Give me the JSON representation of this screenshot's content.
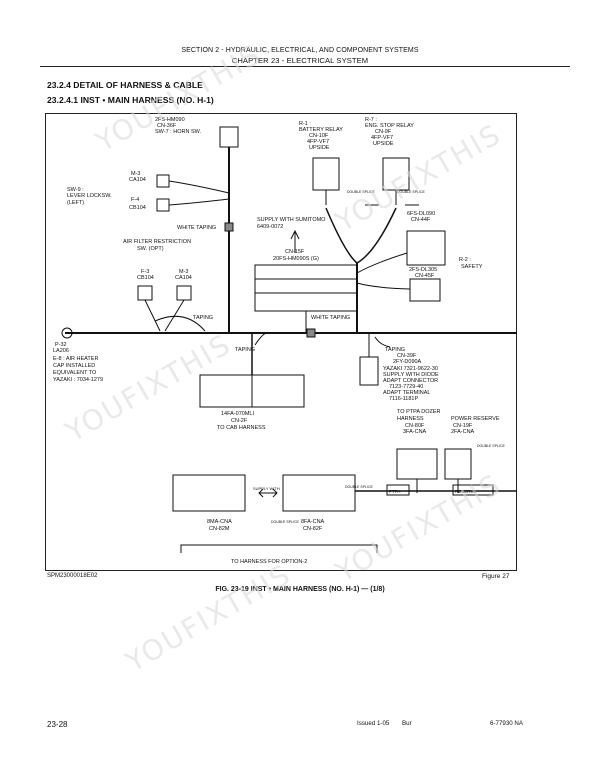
{
  "header": {
    "section": "SECTION 2 - HYDRAULIC, ELECTRICAL, AND COMPONENT SYSTEMS",
    "chapter": "CHAPTER 23 - ELECTRICAL SYSTEM"
  },
  "headings": {
    "h1": "23.2.4 DETAIL OF HARNESS & CABLE",
    "h2": "23.2.4.1 INST • MAIN HARNESS (NO. H-1)"
  },
  "labels": {
    "hm090": "2FS-HM090",
    "cn36f": "CN-36F",
    "sw7": "SW-7 : HORN SW.",
    "r1": "R-1 :",
    "batt_relay": "BATTERY RELAY",
    "cn10f": "CN-10F",
    "vf7_a": "4FP-VF7",
    "upside_a": "UPSIDE",
    "r7": "R-7 :",
    "eng_stop": "ENG. STOP RELAY",
    "cn9f": "CN-9F",
    "vf7_b": "4FP-VF7",
    "upside_b": "UPSIDE",
    "m3_top": "M-3",
    "ca104_top": "CA104",
    "sw9": "SW-9 :",
    "lever_lock": "LEVER LOCKSW.",
    "left": "(LEFT)",
    "f4": "F-4",
    "cb104_top": "CB104",
    "white_taping_1": "WHITE TAPING",
    "air_filter": "AIR FILTER RESTRICTION",
    "sw_opt": "SW. (OPT)",
    "f3": "F-3",
    "cb104": "CB104",
    "m3": "M-3",
    "ca104": "CA104",
    "supply_sumitomo": "SUPPLY WITH SUMITOMO",
    "sumitomo_no": "6409-0072",
    "cn15f": "CN-15F",
    "hm090s": "20FS-HM090S (G)",
    "double_splice": "DOUBLE SPLICE",
    "dl090": "6FS-DL090",
    "cn44f": "CN-44F",
    "r2": "R-2 :",
    "safety": "SAFETY",
    "dl305": "2FS-DL305",
    "cn45f": "CN-45F",
    "taping_1": "TAPING",
    "white_taping_2": "WHITE TAPING",
    "p32": "P-32",
    "la206": "LA206",
    "e8": "E-8 : AIR HEATER",
    "cap_installed": "CAP INSTALLED",
    "equivalent": "EQUIVALENT TO",
    "yazaki_no": "YAZAKI : 7034-1279",
    "taping_2": "TAPING",
    "taping_3": "TAPING",
    "cn39f": "CN-39F",
    "fy090a": "2FY-D090A",
    "yazaki_conn": "YAZAKI 7321-9622-30",
    "supply_diode": "SUPPLY WITH DIODE",
    "adapt_conn": "ADAPT CONNECTOR",
    "adapt_conn_no": "7123-7729-40",
    "adapt_term": "ADAPT TERMINAL",
    "adapt_term_no": "7116-1181P",
    "fa070": "14FA-070MLI",
    "cn2f": "CN-2F",
    "to_cab": "TO CAB HARNESS",
    "to_ptpa": "TO PTPA DOZER",
    "harness": "HARNESS",
    "power_reserve": "POWER RESERVE",
    "cn80f": "CN-80F",
    "cna3": "3FA-CNA",
    "cn19f": "CN-19F",
    "cna2": "2FA-CNA",
    "supply_with": "SUPPLY WITH",
    "ptpa": "PTPA",
    "reserve": "RESERVE",
    "cna8m": "8MA-CNA",
    "cn82m": "CN-82M",
    "cna8f": "8FA-CNA",
    "cn82f": "CN-82F",
    "to_option": "TO HARNESS FOR OPTION-2"
  },
  "figure": {
    "code": "SPM23000018E02",
    "number": "Figure 27",
    "caption": "FIG. 23-19 INST • MAIN HARNESS (NO. H-1) — (1/8)"
  },
  "footer": {
    "page": "23-28",
    "issued": "Issued 1-05",
    "bur": "Bur",
    "doc": "6-77930 NA"
  },
  "watermark": "YOUFIXTHIS"
}
